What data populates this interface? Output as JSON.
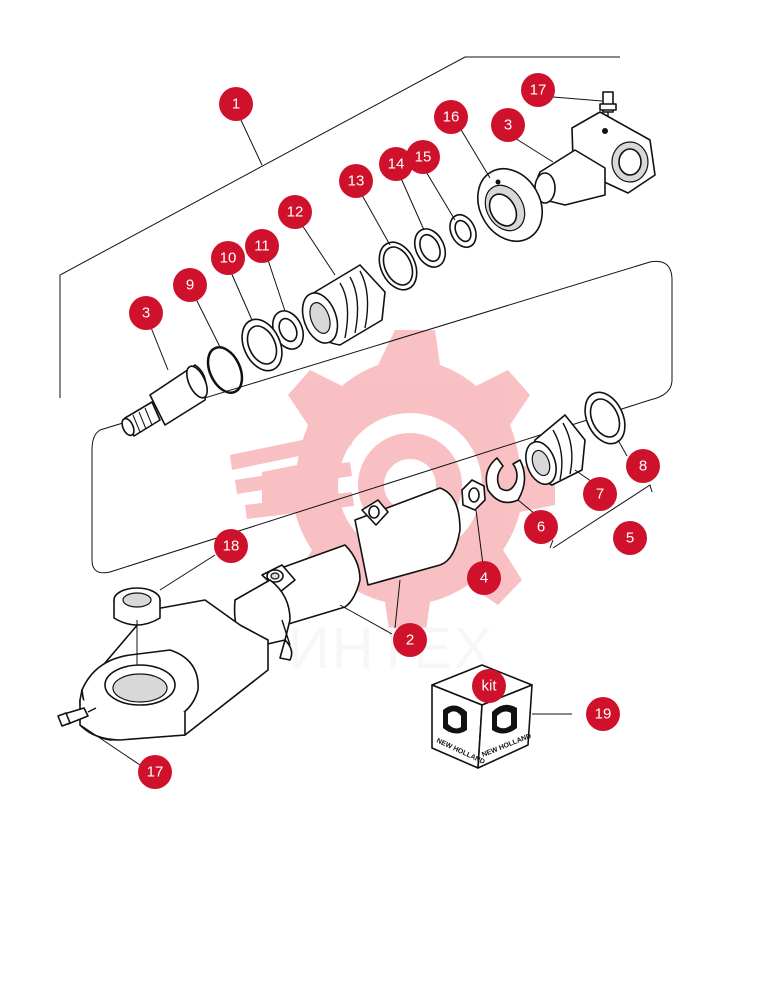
{
  "diagram": {
    "watermark_text": "ИНТЕХ",
    "kit_label": "kit",
    "brand_text": "NEW HOLLAND",
    "callout_color": "#d0112b",
    "callouts": [
      {
        "id": "c1",
        "label": "1"
      },
      {
        "id": "c2",
        "label": "2"
      },
      {
        "id": "c3a",
        "label": "3"
      },
      {
        "id": "c3b",
        "label": "3"
      },
      {
        "id": "c4",
        "label": "4"
      },
      {
        "id": "c5",
        "label": "5"
      },
      {
        "id": "c6",
        "label": "6"
      },
      {
        "id": "c7",
        "label": "7"
      },
      {
        "id": "c8",
        "label": "8"
      },
      {
        "id": "c9",
        "label": "9"
      },
      {
        "id": "c10",
        "label": "10"
      },
      {
        "id": "c11",
        "label": "11"
      },
      {
        "id": "c12",
        "label": "12"
      },
      {
        "id": "c13",
        "label": "13"
      },
      {
        "id": "c14",
        "label": "14"
      },
      {
        "id": "c15",
        "label": "15"
      },
      {
        "id": "c16",
        "label": "16"
      },
      {
        "id": "c17a",
        "label": "17"
      },
      {
        "id": "c17b",
        "label": "17"
      },
      {
        "id": "c18",
        "label": "18"
      },
      {
        "id": "c19",
        "label": "19"
      }
    ]
  }
}
